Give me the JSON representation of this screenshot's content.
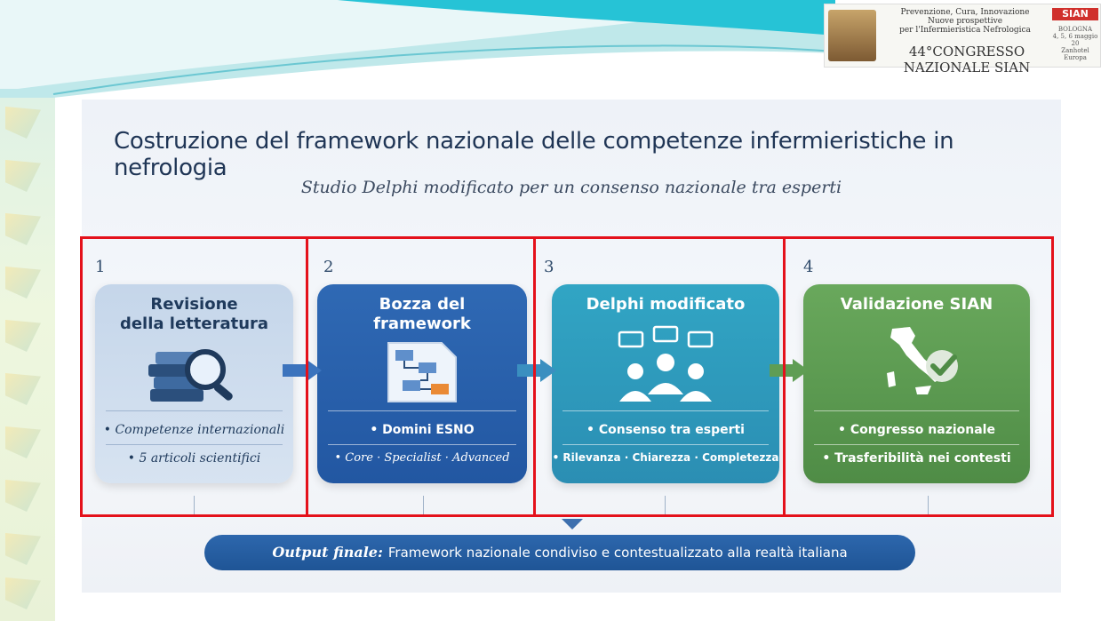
{
  "header": {
    "line1": "Prevenzione, Cura, Innovazione",
    "line2": "Nuove prospettive",
    "line3": "per l'Infermieristica Nefrologica",
    "congress": "44°CONGRESSO NAZIONALE SIAN",
    "brand": "SIAN",
    "city": "BOLOGNA",
    "dates": "4, 5, 6 maggio 20",
    "venue": "Zanhotel Europa"
  },
  "slide": {
    "title": "Costruzione del framework nazionale delle competenze infermieristiche in nefrologia",
    "subtitle": "Studio Delphi modificato per un consenso nazionale tra esperti"
  },
  "steps": [
    {
      "number": "1",
      "title_line1": "Revisione",
      "title_line2": "della letteratura",
      "icon": "books-magnifier-icon",
      "bullet1": "• Competenze internazionali",
      "bullet2": "• 5 articoli scientifici"
    },
    {
      "number": "2",
      "title_line1": "Bozza del",
      "title_line2": "framework",
      "icon": "flowchart-document-icon",
      "bullet1": "• Domini ESNO",
      "bullet2": "• Core · Specialist · Advanced"
    },
    {
      "number": "3",
      "title_line1": "Delphi modificato",
      "title_line2": "",
      "icon": "expert-group-icon",
      "bullet1": "• Consenso tra esperti",
      "bullet2": "• Rilevanza · Chiarezza · Completezza"
    },
    {
      "number": "4",
      "title_line1": "Validazione SIAN",
      "title_line2": "",
      "icon": "italy-map-check-icon",
      "bullet1": "• Congresso nazionale",
      "bullet2": "• Trasferibilità nei contesti"
    }
  ],
  "output": {
    "label": "Output finale:",
    "text": "Framework nazionale condiviso e contestualizzato alla realtà italiana"
  },
  "colors": {
    "highlight_box": "#e4111b",
    "step1": "#c5d6ea",
    "step2": "#2f69b4",
    "step3": "#31a5c4",
    "step4": "#5f9d54",
    "banner": "#2d67ad"
  }
}
